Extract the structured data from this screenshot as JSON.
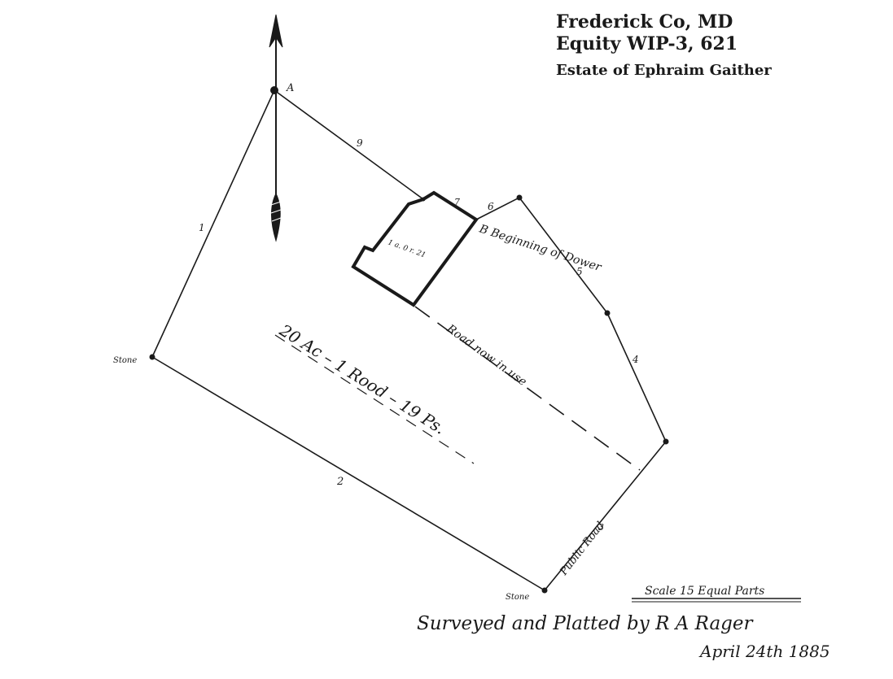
{
  "header": {
    "county": "Frederick Co, MD",
    "reference": "Equity WIP-3, 621",
    "estate": "Estate of Ephraim Gaither"
  },
  "plat": {
    "corner_label_a": "A",
    "stone_label": "Stone",
    "segment_labels": {
      "s1": "1",
      "s2": "2",
      "s3": "3",
      "s4": "4",
      "s5": "5",
      "s6": "6",
      "s7": "7",
      "s9": "9"
    },
    "dower_label": "B Beginning of Dower",
    "dower_area": "1 a. 0 r. 21",
    "area_label": "20 Ac – 1 Rood – 19 Ps.",
    "road_label": "Road now in use",
    "public_road_label": "Public Road",
    "scale_label": "Scale 15 Equal Parts",
    "surveyor_label": "Surveyed and Platted by R A Rager",
    "date_label": "April 24th 1885"
  },
  "colors": {
    "ink": "#1a1a1a",
    "paper": "#ffffff"
  },
  "icons": {
    "north_arrow": "north-arrow-icon",
    "corner_marker": "corner-marker-icon"
  }
}
